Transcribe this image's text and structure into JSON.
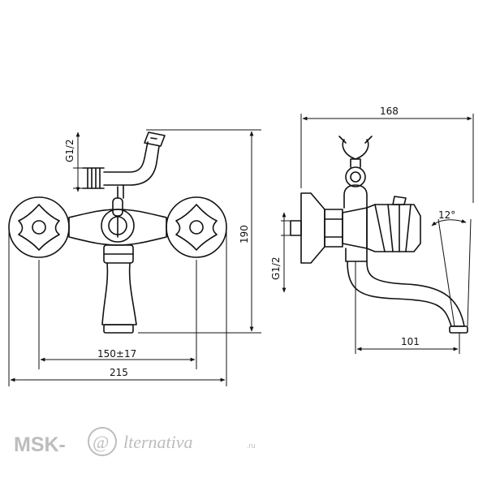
{
  "dimensions": {
    "front_thread": "G1/2",
    "front_height": "190",
    "front_center": "150±17",
    "front_width": "215",
    "side_depth": "168",
    "side_thread": "G1/2",
    "side_angle": "12°",
    "side_spout": "101"
  },
  "watermark": {
    "prefix": "MSK-",
    "at_sign": "@",
    "name": "lternativa",
    "suffix": ".ru"
  },
  "colors": {
    "line": "#111111",
    "watermark": "#bdbdbd"
  }
}
